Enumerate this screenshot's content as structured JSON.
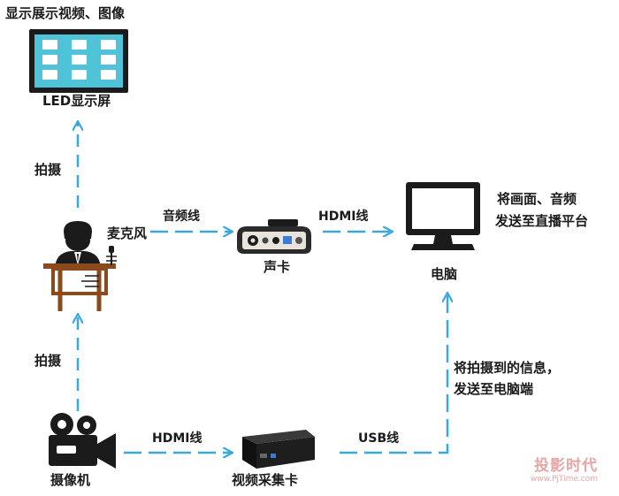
{
  "labels": {
    "led_caption_top": "显示展示视频、图像",
    "led_name": "LED显示屏",
    "shoot_upper": "拍摄",
    "shoot_lower": "拍摄",
    "microphone": "麦克风",
    "audio_cable": "音频线",
    "sound_card": "声卡",
    "hdmi_upper": "HDMI线",
    "computer": "电脑",
    "computer_note_line1": "将画面、音频",
    "computer_note_line2": "发送至直播平台",
    "camera": "摄像机",
    "hdmi_lower": "HDMI线",
    "capture_card": "视频采集卡",
    "usb_cable": "USB线",
    "capture_note_line1": "将拍摄到的信息，",
    "capture_note_line2": "发送至电脑端"
  },
  "watermark": {
    "brand": "投影时代",
    "url": "www.PjTime.com"
  },
  "colors": {
    "arrow": "#3aa7dd",
    "device_dark": "#1b1b1b",
    "desk": "#8a4a1c",
    "led_screen": "#4fc3d8",
    "watermark": "#e8a6a6"
  }
}
